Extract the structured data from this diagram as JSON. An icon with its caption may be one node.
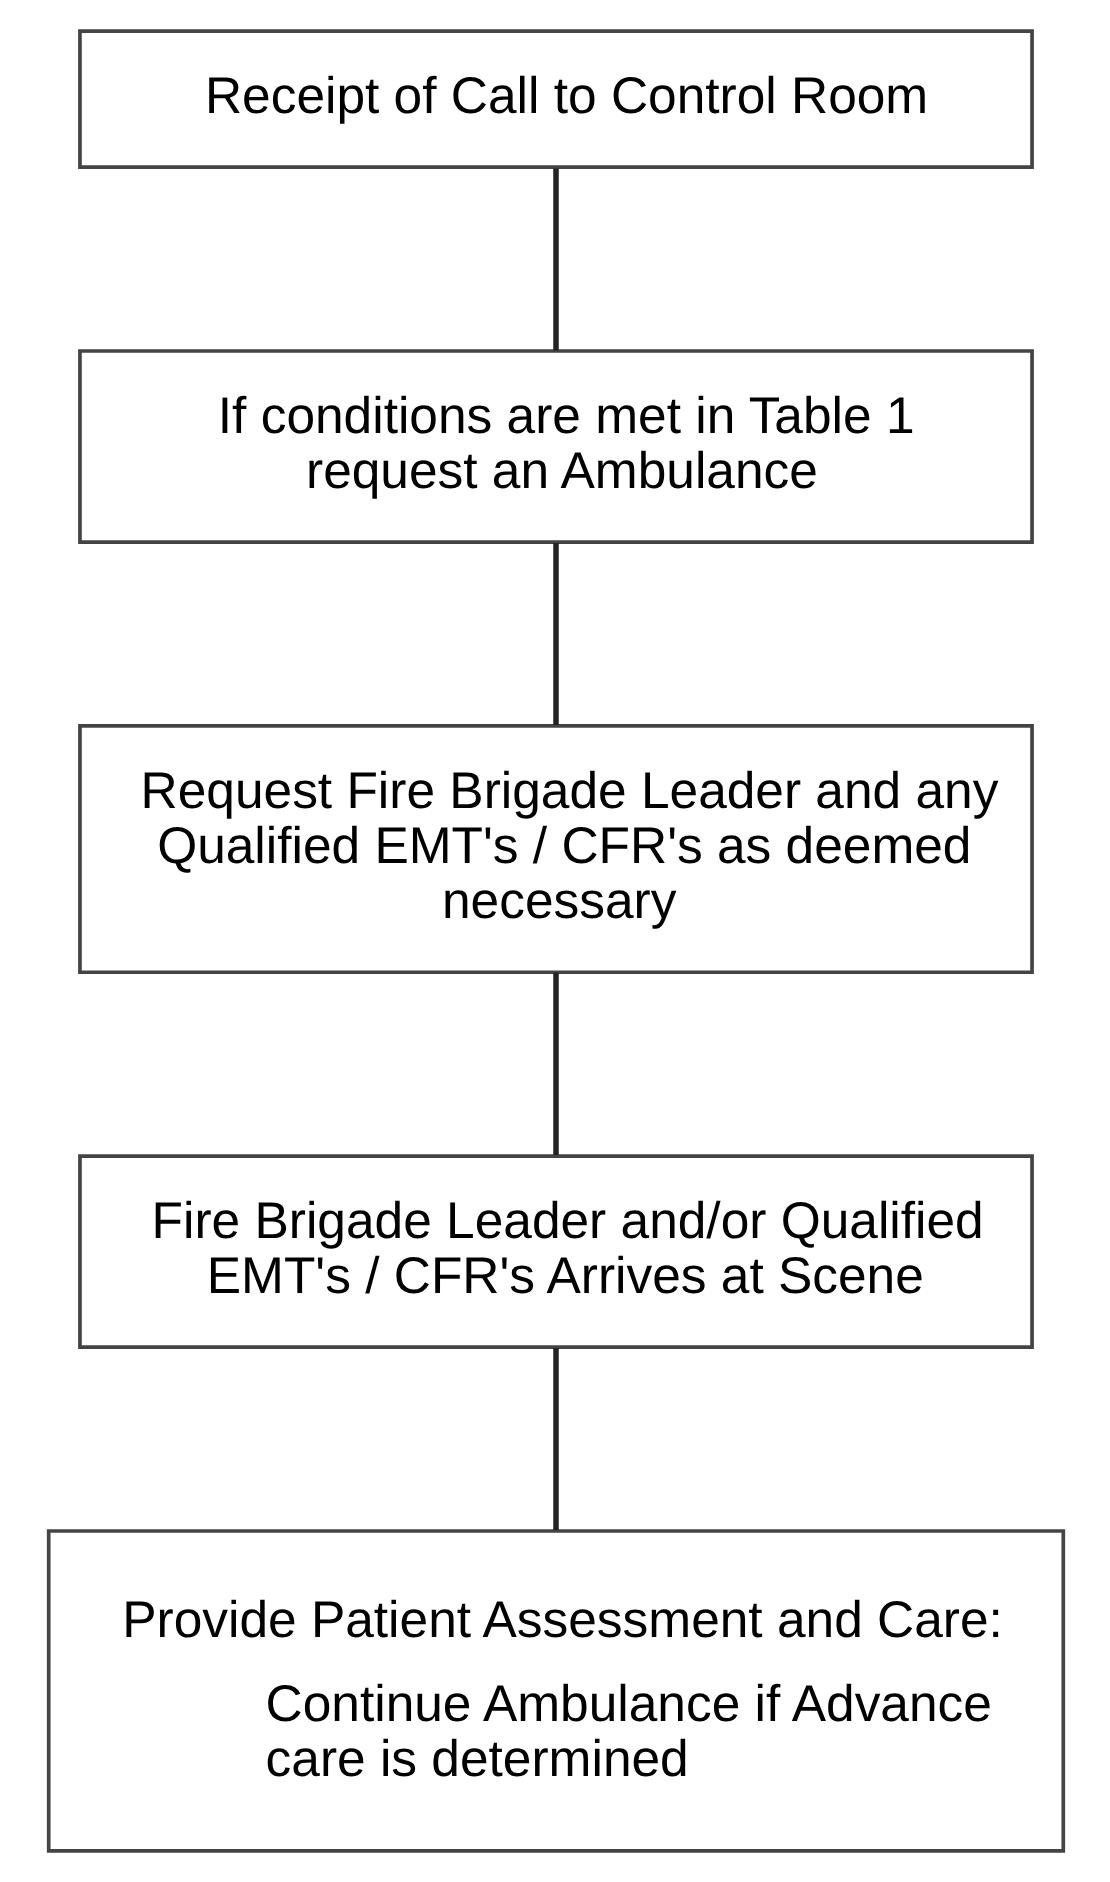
{
  "diagram": {
    "nodes": [
      {
        "text": [
          "Receipt of Call to Control Room"
        ]
      },
      {
        "text": [
          "If conditions are met in Table 1 request an Ambulance"
        ]
      },
      {
        "text": [
          "Request Fire Brigade Leader and any Qualified EMT's / CFR's as deemed necessary"
        ]
      },
      {
        "text": [
          "Fire Brigade Leader and/or Qualified EMT's / CFR's Arrives at Scene"
        ]
      },
      {
        "text": [
          "Provide Patient Assessment and Care:",
          "Continue Ambulance if Advance care is determined"
        ]
      }
    ],
    "edges": [
      {
        "from": 0,
        "to": 1,
        "arrow": "none"
      },
      {
        "from": 1,
        "to": 2,
        "arrow": "none"
      },
      {
        "from": 2,
        "to": 3,
        "arrow": "none"
      },
      {
        "from": 3,
        "to": 4,
        "arrow": "none"
      }
    ]
  }
}
